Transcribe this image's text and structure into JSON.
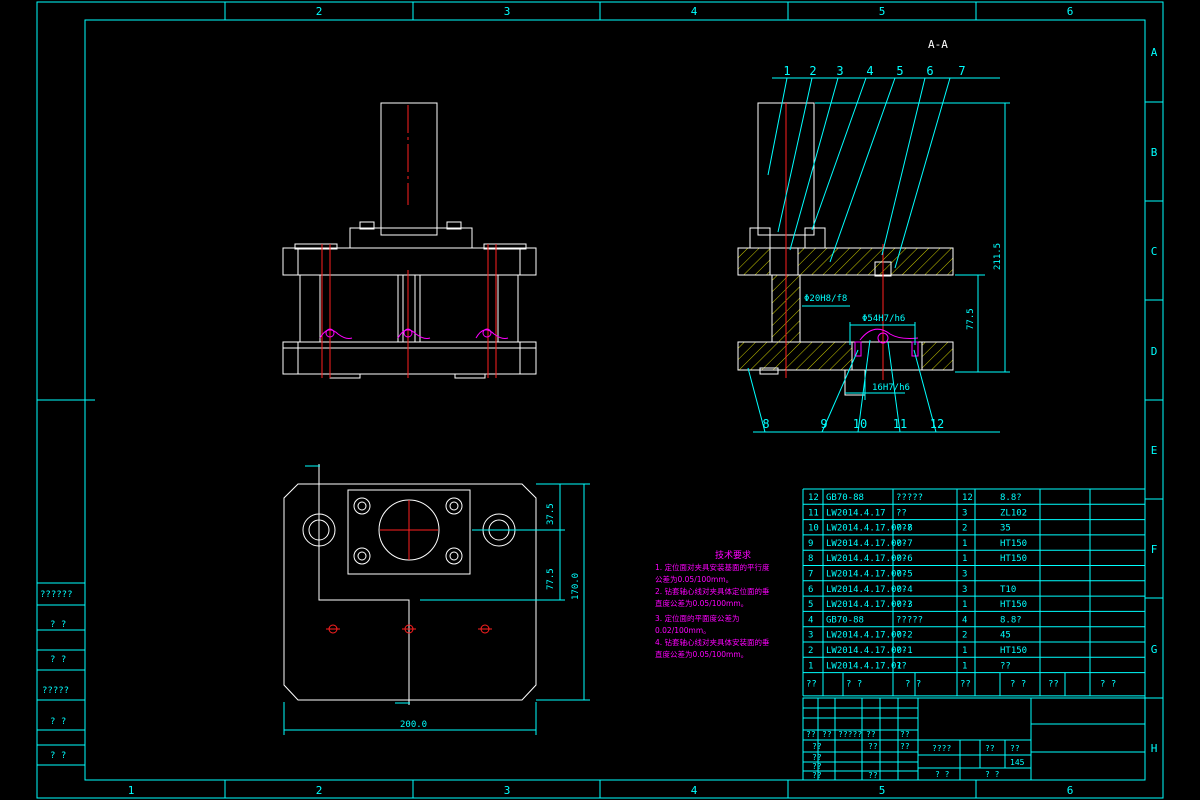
{
  "grid": {
    "cols": [
      "2",
      "3",
      "4",
      "5",
      "6"
    ],
    "cols_bottom": [
      "1",
      "2",
      "3",
      "4",
      "5",
      "6"
    ],
    "rows": [
      "A",
      "B",
      "C",
      "D",
      "E",
      "F",
      "G",
      "H"
    ]
  },
  "section_label": "A-A",
  "balloons": [
    "1",
    "2",
    "3",
    "4",
    "5",
    "6",
    "7",
    "8",
    "9",
    "10",
    "11",
    "12"
  ],
  "dimensions": {
    "shaft_fit": "Φ20H8/f8",
    "pin_fit": "Φ54H7/h6",
    "key_fit": "16H7/h6",
    "height_total": "211.5",
    "height_lower": "77.5",
    "plan_37": "37.5",
    "plan_77": "77.5",
    "plan_170": "170.0",
    "plan_200": "200.0"
  },
  "tech": {
    "title": "技术要求",
    "lines": [
      "1. 定位面对夹具安装基面的平行度",
      "公差为0.05/100mm。",
      "2. 钻套轴心线对夹具体定位面的垂",
      "直度公差为0.05/100mm。",
      "3. 定位面的平面度公差为",
      "0.02/100mm。",
      "4. 钻套轴心线对夹具体安装面的垂",
      "直度公差为0.05/100mm。"
    ]
  },
  "bom": {
    "rows": [
      [
        "12",
        "GB70-88",
        "?????",
        "12",
        "8.8?",
        ""
      ],
      [
        "11",
        "LW2014.4.17",
        "??",
        "3",
        "ZL102",
        ""
      ],
      [
        "10",
        "LW2014.4.17.00-8",
        "???",
        "2",
        "35",
        ""
      ],
      [
        "9",
        "LW2014.4.17.00-7",
        "??",
        "1",
        "HT150",
        ""
      ],
      [
        "8",
        "LW2014.4.17.00-6",
        "??",
        "1",
        "HT150",
        ""
      ],
      [
        "7",
        "LW2014.4.17.00-5",
        "??",
        "3",
        "",
        ""
      ],
      [
        "6",
        "LW2014.4.17.00-4",
        "??",
        "3",
        "T10",
        ""
      ],
      [
        "5",
        "LW2014.4.17.00-3",
        "???",
        "1",
        "HT150",
        ""
      ],
      [
        "4",
        "GB70-88",
        "?????",
        "4",
        "8.8?",
        ""
      ],
      [
        "3",
        "LW2014.4.17.00-2",
        "??",
        "2",
        "45",
        ""
      ],
      [
        "2",
        "LW2014.4.17.00-1",
        "??",
        "1",
        "HT150",
        ""
      ],
      [
        "1",
        "LW2014.4.17.01",
        "??",
        "1",
        "??",
        ""
      ]
    ],
    "header": [
      "??",
      "?  ?",
      "?  ?",
      "??",
      "?  ?",
      "??",
      "?  ?"
    ]
  },
  "title_block": {
    "cells": [
      "??",
      "??",
      "?????",
      "??",
      "??",
      "??",
      "??",
      "??",
      "??",
      "??",
      "??",
      "??",
      "????",
      "??",
      "??",
      "145",
      "?  ?",
      "?  ?"
    ]
  },
  "side_labels": [
    "??????",
    "?  ?",
    "?  ?",
    "?????",
    "?  ?",
    "?  ?"
  ],
  "colors": {
    "frame": "#00ffff",
    "part": "#ffffff",
    "center": "#ff2020",
    "dim": "#00ffff",
    "magenta": "#ff00ff",
    "hatch": "#ffff00",
    "green": "#00ff00"
  }
}
